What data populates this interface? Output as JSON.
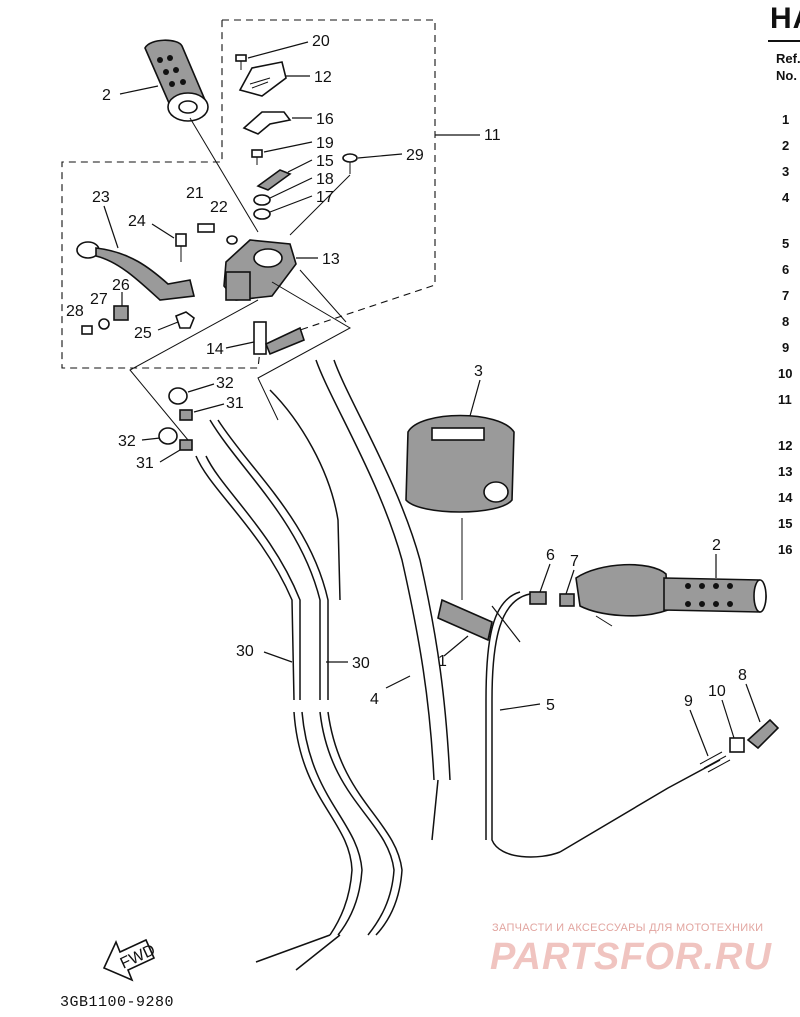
{
  "header": {
    "title": "HA",
    "ref_label_line1": "Ref.",
    "ref_label_line2": "No.",
    "ref_numbers": [
      "1",
      "2",
      "3",
      "4",
      "5",
      "6",
      "7",
      "8",
      "9",
      "10",
      "11",
      "12",
      "13",
      "14",
      "15",
      "16"
    ]
  },
  "callouts": {
    "c1": "1",
    "c2a": "2",
    "c2b": "2",
    "c3": "3",
    "c4": "4",
    "c5": "5",
    "c6": "6",
    "c7": "7",
    "c8": "8",
    "c9": "9",
    "c10": "10",
    "c11": "11",
    "c12": "12",
    "c13": "13",
    "c14": "14",
    "c15": "15",
    "c16": "16",
    "c17": "17",
    "c18": "18",
    "c19": "19",
    "c20": "20",
    "c21": "21",
    "c22": "22",
    "c23": "23",
    "c24": "24",
    "c25": "25",
    "c26": "26",
    "c27": "27",
    "c28": "28",
    "c29": "29",
    "c30a": "30",
    "c30b": "30",
    "c31a": "31",
    "c31b": "31",
    "c32a": "32",
    "c32b": "32"
  },
  "fwd_label": "FWD",
  "drawing_code": "3GB1100-9280",
  "watermark": {
    "tagline": "ЗАПЧАСТИ И АКСЕССУАРЫ ДЛЯ МОТОТЕХНИКИ",
    "brand": "PARTSFOR.RU"
  }
}
